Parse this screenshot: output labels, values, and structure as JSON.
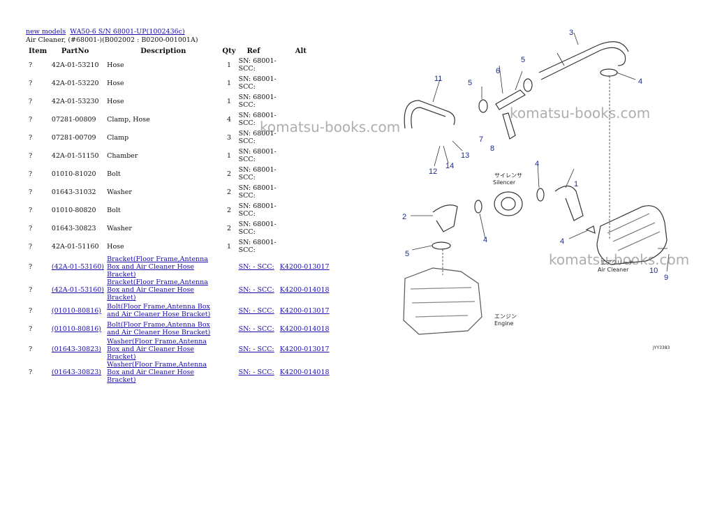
{
  "breadcrumb": {
    "link1": "new models",
    "link2": "WA50-6 S/N 68001-UP(1002436c)"
  },
  "subtitle": "Air Cleaner, (#68001-)(B002002 : B0200-001001A)",
  "table": {
    "headers": {
      "item": "Item",
      "part": "PartNo",
      "desc": "Description",
      "qty": "Qty",
      "ref": "Ref",
      "alt": "Alt"
    },
    "rows": [
      {
        "item": "?",
        "part": "42A-01-53210",
        "desc": "Hose",
        "qty": "1",
        "ref": "SN: 68001- SCC:",
        "alt": ""
      },
      {
        "item": "?",
        "part": "42A-01-53220",
        "desc": "Hose",
        "qty": "1",
        "ref": "SN: 68001- SCC:",
        "alt": ""
      },
      {
        "item": "?",
        "part": "42A-01-53230",
        "desc": "Hose",
        "qty": "1",
        "ref": "SN: 68001- SCC:",
        "alt": ""
      },
      {
        "item": "?",
        "part": "07281-00809",
        "desc": "Clamp, Hose",
        "qty": "4",
        "ref": "SN: 68001- SCC:",
        "alt": ""
      },
      {
        "item": "?",
        "part": "07281-00709",
        "desc": "Clamp",
        "qty": "3",
        "ref": "SN: 68001- SCC:",
        "alt": ""
      },
      {
        "item": "?",
        "part": "42A-01-51150",
        "desc": "Chamber",
        "qty": "1",
        "ref": "SN: 68001- SCC:",
        "alt": ""
      },
      {
        "item": "?",
        "part": "01010-81020",
        "desc": "Bolt",
        "qty": "2",
        "ref": "SN: 68001- SCC:",
        "alt": ""
      },
      {
        "item": "?",
        "part": "01643-31032",
        "desc": "Washer",
        "qty": "2",
        "ref": "SN: 68001- SCC:",
        "alt": ""
      },
      {
        "item": "?",
        "part": "01010-80820",
        "desc": "Bolt",
        "qty": "2",
        "ref": "SN: 68001- SCC:",
        "alt": ""
      },
      {
        "item": "?",
        "part": "01643-30823",
        "desc": "Washer",
        "qty": "2",
        "ref": "SN: 68001- SCC:",
        "alt": ""
      },
      {
        "item": "?",
        "part": "42A-01-51160",
        "desc": "Hose",
        "qty": "1",
        "ref": "SN: 68001- SCC:",
        "alt": ""
      }
    ],
    "link_rows": [
      {
        "item": "?",
        "part": "(42A-01-53160)",
        "desc": "Bracket(Floor Frame,Antenna Box and Air Cleaner Hose Bracket)",
        "ref": "SN: - SCC:",
        "alt": "K4200-013017"
      },
      {
        "item": "?",
        "part": "(42A-01-53160)",
        "desc": "Bracket(Floor Frame,Antenna Box and Air Cleaner Hose Bracket)",
        "ref": "SN: - SCC:",
        "alt": "K4200-014018"
      },
      {
        "item": "?",
        "part": "(01010-80816)",
        "desc": "Bolt(Floor Frame,Antenna Box and Air Cleaner Hose Bracket)",
        "ref": "SN: - SCC:",
        "alt": "K4200-013017"
      },
      {
        "item": "?",
        "part": "(01010-80816)",
        "desc": "Bolt(Floor Frame,Antenna Box and Air Cleaner Hose Bracket)",
        "ref": "SN: - SCC:",
        "alt": "K4200-014018"
      },
      {
        "item": "?",
        "part": "(01643-30823)",
        "desc": "Washer(Floor Frame,Antenna Box and Air Cleaner Hose Bracket)",
        "ref": "SN: - SCC:",
        "alt": "K4200-013017"
      },
      {
        "item": "?",
        "part": "(01643-30823)",
        "desc": "Washer(Floor Frame,Antenna Box and Air Cleaner Hose Bracket)",
        "ref": "SN: - SCC:",
        "alt": "K4200-014018"
      }
    ]
  },
  "diagram": {
    "callouts": [
      "1",
      "2",
      "3",
      "4",
      "4",
      "4",
      "4",
      "5",
      "5",
      "5",
      "6",
      "7",
      "8",
      "9",
      "10",
      "11",
      "12",
      "13",
      "14"
    ],
    "labels": {
      "silencer_jp": "サイレンサ",
      "silencer": "Silencer",
      "air_cleaner_jp": "エアクリーナ",
      "air_cleaner": "Air Cleaner",
      "engine_jp": "エンジン",
      "engine": "Engine",
      "code": "JYY3383"
    },
    "watermarks": [
      "komatsu-books.com",
      "komatsu-books.com",
      "komatsu-books.com"
    ]
  }
}
